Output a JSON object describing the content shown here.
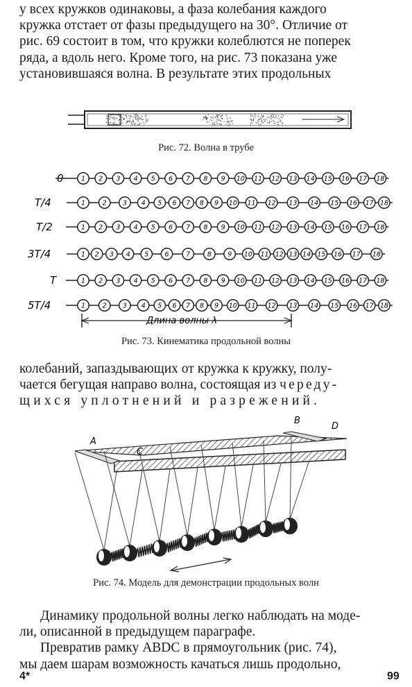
{
  "top_paragraph": {
    "lines": [
      "у всех кружков одинаковы, а фаза колебания каждого",
      "кружка отстает от фазы предыдущего на 30°. Отличие от",
      "рис. 69 состоит в том, что кружки колеблются не поперек",
      "ряда, а вдоль него. Кроме того, на рис. 73 показана уже",
      "установившаяся волна. В результате этих продольных"
    ]
  },
  "fig72": {
    "caption": "Рис. 72. Волна в трубе"
  },
  "fig73": {
    "caption": "Рис. 73. Кинематика продольной волны",
    "row_labels": [
      "0",
      "T/4",
      "T/2",
      "3T/4",
      "T",
      "5T/4"
    ],
    "ball_numbers": [
      "1",
      "2",
      "3",
      "4",
      "5",
      "6",
      "7",
      "8",
      "9",
      "10",
      "11",
      "12",
      "13",
      "14",
      "15",
      "16",
      "17",
      "18"
    ],
    "wavelength_label": "Длина волны λ"
  },
  "middle_paragraph": {
    "line1": "колебаний, запаздывающих от кружка к кружку, полу-",
    "line2_plain": "чается бегущая направо волна, состоящая из ",
    "line2_spaced": "череду-",
    "line3_spaced": "щихся уплотнений и разрежений."
  },
  "fig74": {
    "caption": "Рис. 74. Модель для демонстрации продольных волн",
    "labels": {
      "a": "A",
      "b": "B",
      "c": "C",
      "d": "D"
    }
  },
  "bottom_paragraph": {
    "line1": "Динамику продольной волны легко наблюдать на моде-",
    "line2": "ли, описанной в предыдущем параграфе.",
    "line3": "Превратив рамку ABDC в прямоугольник (рис. 74),",
    "line4": "мы даем шарам возможность качаться лишь продольно,"
  },
  "footer": {
    "signature_mark": "4*",
    "page_number": "99"
  }
}
